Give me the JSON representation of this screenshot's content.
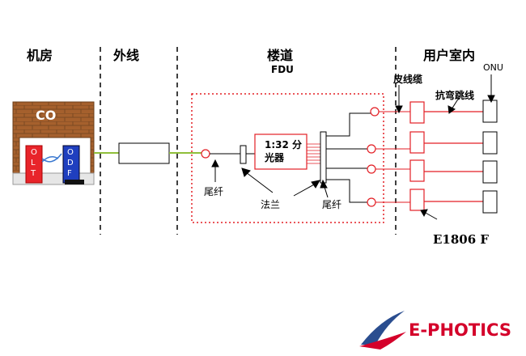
{
  "sections": {
    "machine_room": "机房",
    "outside_line": "外线",
    "corridor": "楼道",
    "indoor": "用户室内"
  },
  "labels": {
    "co": "CO",
    "olt": "OLT",
    "odf": "ODF",
    "fdu": "FDU",
    "splitter_line1": "1:32 分",
    "splitter_line2": "光器",
    "pigtail_left": "尾纤",
    "flange": "法兰",
    "pigtail_right": "尾纤",
    "drop_cable": "皮线缆",
    "bend_jumper": "抗弯跳线",
    "onu": "ONU",
    "model": "E1806 F"
  },
  "logo": {
    "text": "E-PHOTICS"
  },
  "colors": {
    "red": "#e31e24",
    "brick": "#a5602d",
    "green": "#8fbf3a",
    "olt_fill": "#e8242a",
    "odf_fill": "#1f3fbf",
    "logo_red": "#d4002a",
    "logo_blue": "#2a4d8f"
  }
}
